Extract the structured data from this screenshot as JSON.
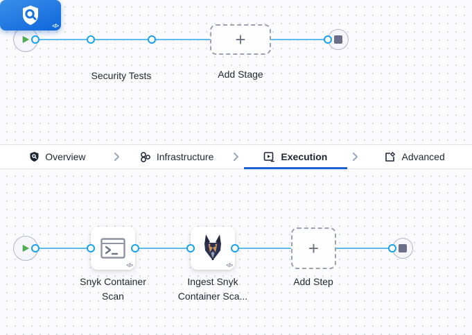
{
  "stage_pipeline": {
    "stage_label": "Security Tests",
    "add_stage_label": "Add Stage",
    "code_badge": "</>"
  },
  "tabs": [
    {
      "label": "Overview",
      "icon": "shield-icon",
      "active": false
    },
    {
      "label": "Infrastructure",
      "icon": "nodes-icon",
      "active": false
    },
    {
      "label": "Execution",
      "icon": "execution-icon",
      "active": true
    },
    {
      "label": "Advanced",
      "icon": "advanced-icon",
      "active": false
    }
  ],
  "tab_chevron": "›",
  "step_pipeline": {
    "steps": [
      {
        "label": "Snyk Container Scan",
        "icon": "terminal-icon",
        "code_badge": "</>"
      },
      {
        "label": "Ingest Snyk Container Sca...",
        "icon": "snyk-dog-logo",
        "code_badge": "</>"
      }
    ],
    "add_step_label": "Add Step",
    "plus_glyph": "+"
  },
  "colors": {
    "accent_blue": "#1a64d2",
    "connector_blue": "#18a0f0",
    "flow_line_blue": "#5ebbee",
    "stage_gradient_start": "#3a8ee9",
    "stage_gradient_end": "#0f67da",
    "play_green": "#50ad52",
    "canvas_bg": "#fbfbfd"
  }
}
